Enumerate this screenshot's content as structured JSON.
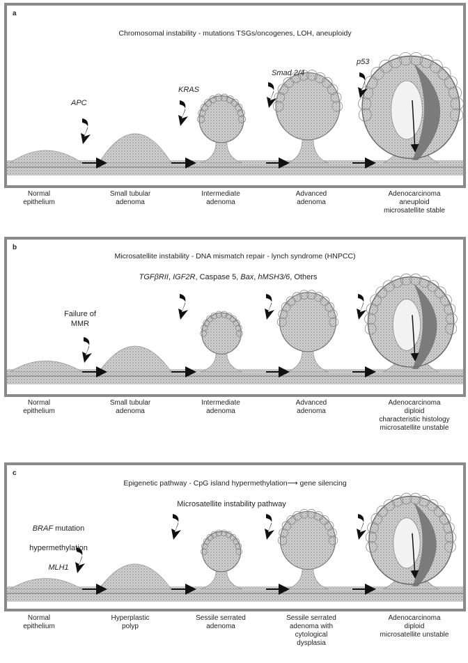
{
  "panels": [
    {
      "letter": "a",
      "title": "Chromosomal instability - mutations TSGs/oncogenes, LOH, aneuploidy",
      "genes": [
        "APC",
        "KRAS",
        "Smad 2/4",
        "p53"
      ],
      "stages": [
        "Normal\nepithelium",
        "Small tubular\nadenoma",
        "Intermediate\nadenoma",
        "Advanced\nadenoma",
        "Adenocarcinoma\naneuploid\nmicrosatellite stable"
      ]
    },
    {
      "letter": "b",
      "title": "Microsatellite instability - DNA mismatch repair - lynch syndrome (HNPCC)",
      "genes_line": {
        "g1": "TGFβRII",
        "sep1": ", ",
        "g2": "IGF2R",
        "mid": ", Caspase 5, ",
        "g3": "Bax",
        "sep2": ", ",
        "g4": "hMSH3/6",
        "end": ", Others"
      },
      "trigger": "Failure of\nMMR",
      "stages": [
        "Normal\nepithelium",
        "Small tubular\nadenoma",
        "Intermediate\nadenoma",
        "Advanced\nadenoma",
        "Adenocarcinoma\ndiploid\ncharacteristic histology\nmicrosatellite unstable"
      ]
    },
    {
      "letter": "c",
      "title": "Epigenetic pathway - CpG island hypermethylation⟶ gene silencing",
      "subtitle": "Microsatellite instability pathway",
      "trigger": {
        "gene": "BRAF",
        "line1_rest": " mutation",
        "line2": "hypermethylation",
        "line3": "MLH1"
      },
      "stages": [
        "Normal\nepithelium",
        "Hyperplastic\npolyp",
        "Sessile serrated\nadenoma",
        "Sessile serrated\nadenoma with\ncytological\ndysplasia",
        "Adenocarcinoma\ndiploid\nmicrosatellite unstable"
      ]
    }
  ]
}
